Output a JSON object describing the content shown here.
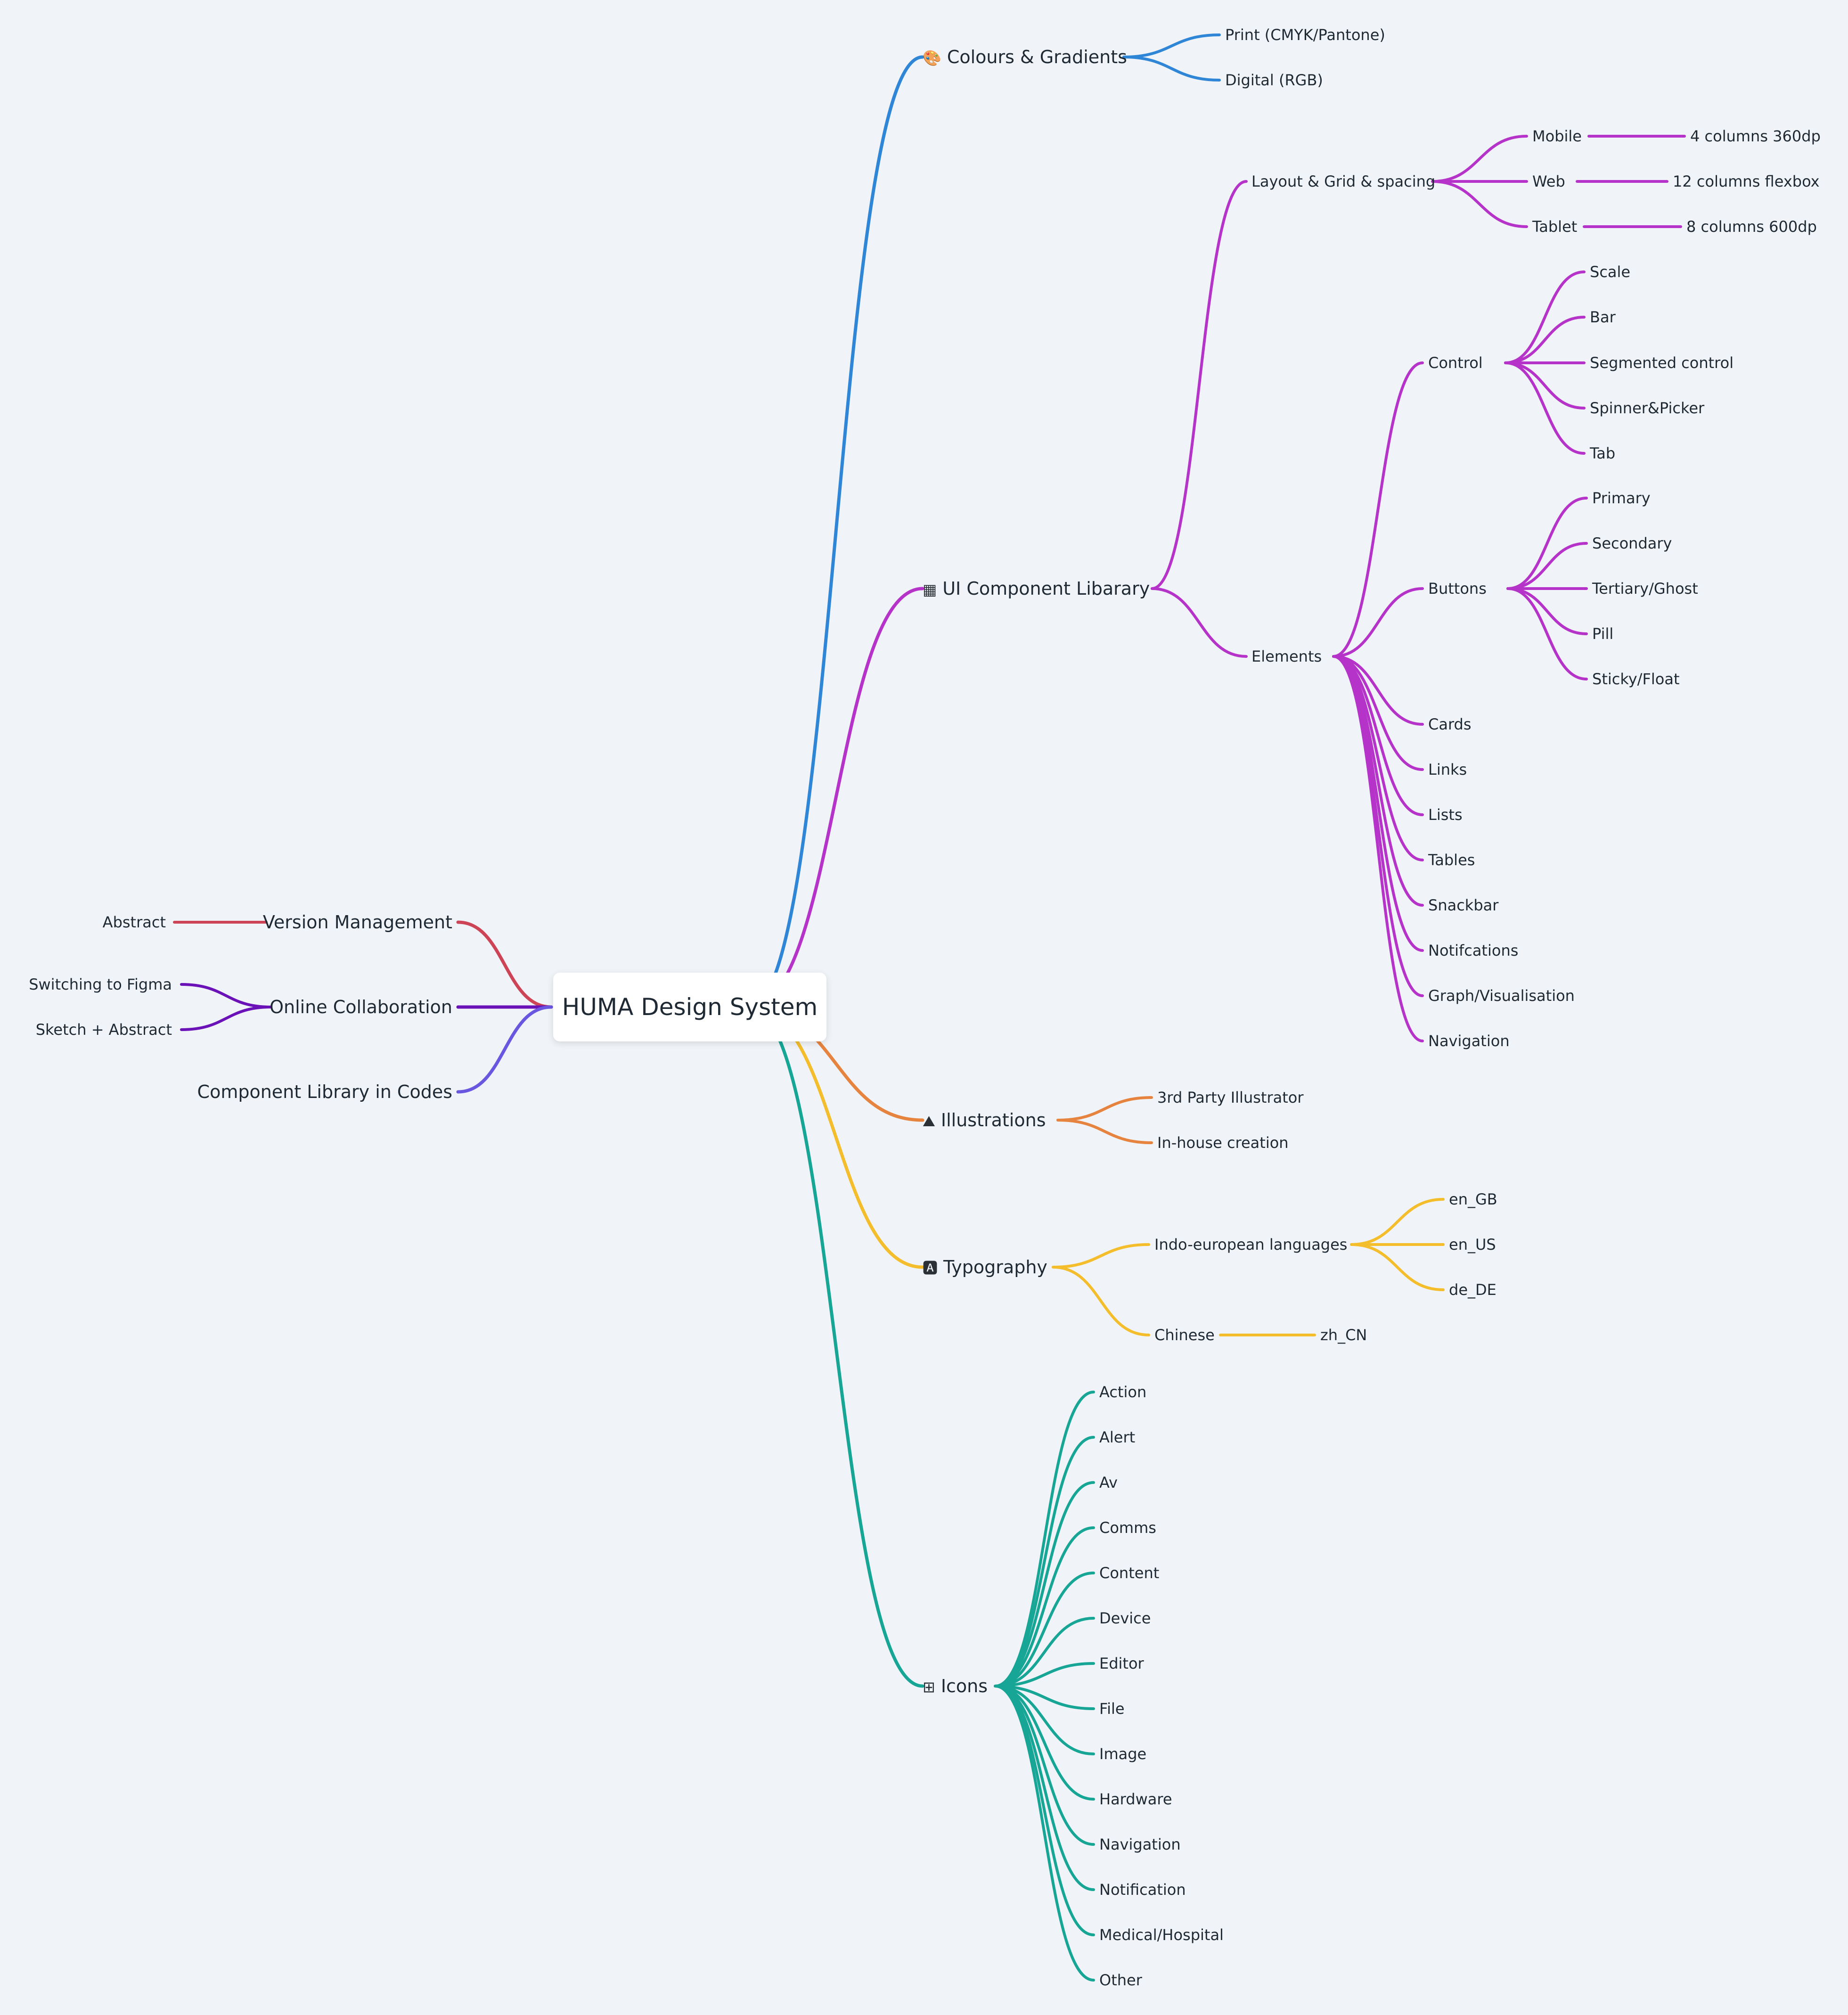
{
  "root": "HUMA Design System",
  "colors": {
    "blue": "#2f86d6",
    "magenta": "#b533c9",
    "orange": "#e6843f",
    "yellow": "#f4bd2c",
    "teal": "#17a596",
    "red": "#cc4455",
    "purple": "#6a11b8",
    "indigo": "#6a57e0"
  },
  "icons": {
    "colours": "palette-icon",
    "ui": "grid-icon",
    "illustrations": "mountain-icon",
    "typography": "font-icon",
    "icons": "shapes-icon"
  },
  "right": [
    {
      "label": "Colours & Gradients",
      "icon": "🎨",
      "icon_name": "palette-icon",
      "color": "#2f86d6",
      "children": [
        {
          "label": "Print (CMYK/Pantone)"
        },
        {
          "label": "Digital (RGB)"
        }
      ]
    },
    {
      "label": "UI Component Libarary",
      "icon": "▦",
      "icon_name": "grid-icon",
      "color": "#b533c9",
      "children": [
        {
          "label": "Layout & Grid & spacing",
          "children": [
            {
              "label": "Mobile",
              "children": [
                {
                  "label": "4 columns 360dp"
                }
              ]
            },
            {
              "label": "Web",
              "children": [
                {
                  "label": "12 columns flexbox"
                }
              ]
            },
            {
              "label": "Tablet",
              "children": [
                {
                  "label": "8 columns 600dp"
                }
              ]
            }
          ]
        },
        {
          "label": "Elements",
          "children": [
            {
              "label": "Control",
              "children": [
                {
                  "label": "Scale"
                },
                {
                  "label": "Bar"
                },
                {
                  "label": "Segmented control"
                },
                {
                  "label": "Spinner&Picker"
                },
                {
                  "label": "Tab"
                }
              ]
            },
            {
              "label": "Buttons",
              "children": [
                {
                  "label": "Primary"
                },
                {
                  "label": "Secondary"
                },
                {
                  "label": "Tertiary/Ghost"
                },
                {
                  "label": "Pill"
                },
                {
                  "label": "Sticky/Float"
                }
              ]
            },
            {
              "label": "Cards"
            },
            {
              "label": "Links"
            },
            {
              "label": "Lists"
            },
            {
              "label": "Tables"
            },
            {
              "label": "Snackbar"
            },
            {
              "label": "Notifcations"
            },
            {
              "label": "Graph/Visualisation"
            },
            {
              "label": "Navigation"
            }
          ]
        }
      ]
    },
    {
      "label": "Illustrations",
      "icon": "⛰",
      "icon_name": "mountain-icon",
      "color": "#e6843f",
      "children": [
        {
          "label": "3rd Party Illustrator"
        },
        {
          "label": "In-house creation"
        }
      ]
    },
    {
      "label": "Typography",
      "icon": "🅰",
      "icon_name": "font-icon",
      "color": "#f4bd2c",
      "children": [
        {
          "label": "Indo-european languages",
          "children": [
            {
              "label": "en_GB"
            },
            {
              "label": "en_US"
            },
            {
              "label": "de_DE"
            }
          ]
        },
        {
          "label": "Chinese",
          "children": [
            {
              "label": "zh_CN"
            }
          ]
        }
      ]
    },
    {
      "label": "Icons",
      "icon": "⊞",
      "icon_name": "shapes-icon",
      "color": "#17a596",
      "children": [
        {
          "label": "Action"
        },
        {
          "label": "Alert"
        },
        {
          "label": "Av"
        },
        {
          "label": "Comms"
        },
        {
          "label": "Content"
        },
        {
          "label": "Device"
        },
        {
          "label": "Editor"
        },
        {
          "label": "File"
        },
        {
          "label": "Image"
        },
        {
          "label": "Hardware"
        },
        {
          "label": "Navigation"
        },
        {
          "label": "Notification"
        },
        {
          "label": "Medical/Hospital"
        },
        {
          "label": "Other"
        }
      ]
    }
  ],
  "left": [
    {
      "label": "Version Management",
      "color": "#cc4455",
      "children": [
        {
          "label": "Abstract"
        }
      ]
    },
    {
      "label": "Online Collaboration",
      "color": "#6a11b8",
      "children": [
        {
          "label": "Switching to Figma"
        },
        {
          "label": "Sketch + Abstract"
        }
      ]
    },
    {
      "label": "Component Library in Codes",
      "color": "#6a57e0"
    }
  ]
}
